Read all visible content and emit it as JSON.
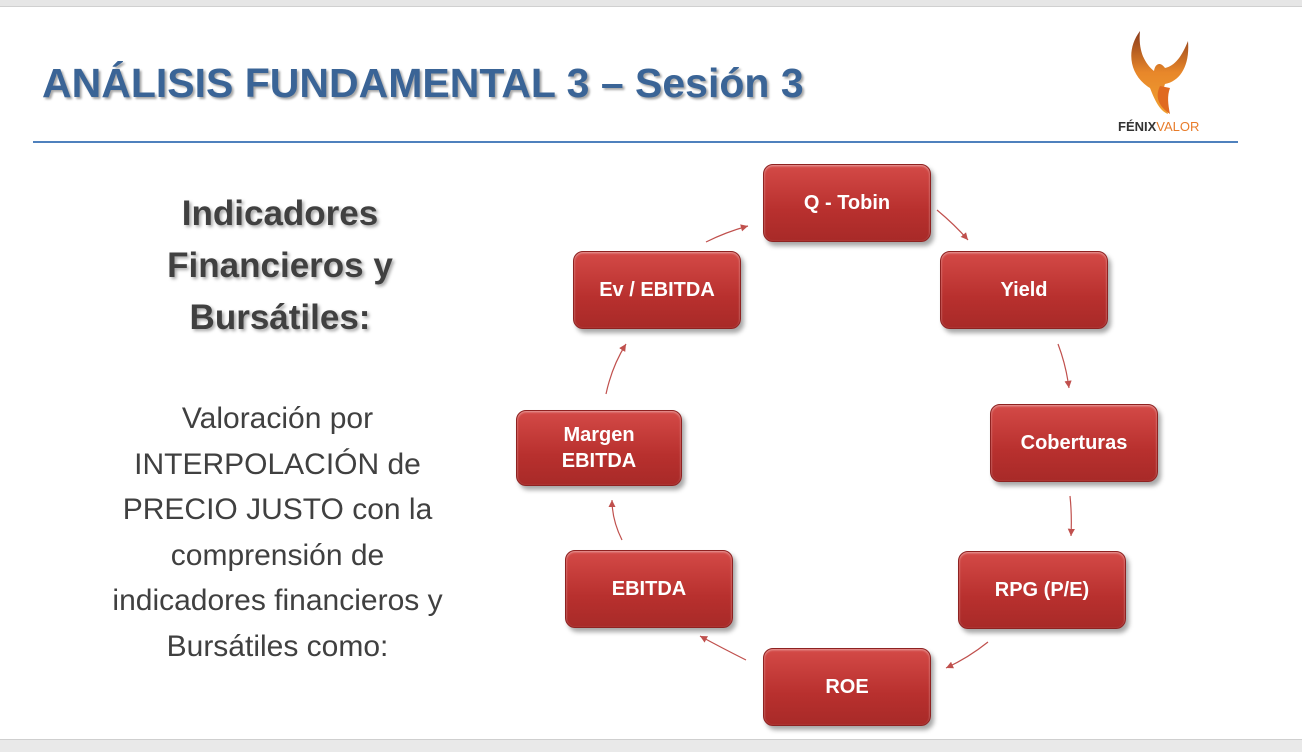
{
  "slide": {
    "title": "ANÁLISIS FUNDAMENTAL 3 – Sesión 3",
    "logo": {
      "brand_bold": "FÉNIX",
      "brand_light": "VALOR"
    },
    "heading": "Indicadores Financieros y Bursátiles:",
    "body": "Valoración por INTERPOLACIÓN de PRECIO JUSTO con la comprensión de indicadores financieros y Bursátiles como:",
    "cycle": [
      {
        "label": "Q - Tobin"
      },
      {
        "label": "Yield"
      },
      {
        "label": "Coberturas"
      },
      {
        "label": "RPG (P/E)"
      },
      {
        "label": "ROE"
      },
      {
        "label": "EBITDA"
      },
      {
        "label": "Margen EBITDA"
      },
      {
        "label": "Ev / EBITDA"
      }
    ],
    "colors": {
      "title": "#3a6496",
      "node": "#c0504d",
      "rule": "#4f81bd"
    }
  }
}
